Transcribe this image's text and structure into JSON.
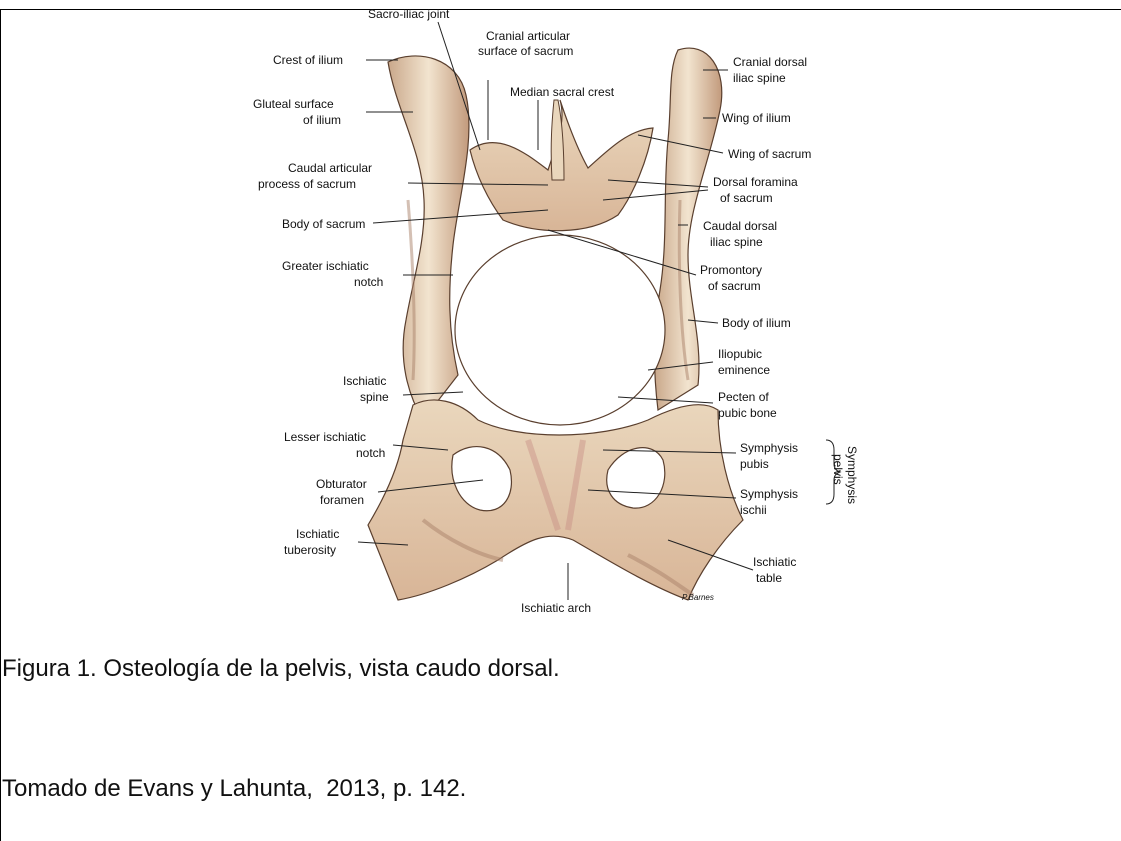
{
  "figure": {
    "labels": {
      "sacroiliac_joint": "Sacro-iliac joint",
      "cranial_articular_surface": [
        "Cranial articular",
        "surface of sacrum"
      ],
      "median_sacral_crest": "Median sacral crest",
      "crest_of_ilium": "Crest of ilium",
      "gluteal_surface": [
        "Gluteal surface",
        "of ilium"
      ],
      "caudal_articular_process": [
        "Caudal articular",
        "process of sacrum"
      ],
      "body_of_sacrum": "Body of sacrum",
      "greater_ischiatic_notch": [
        "Greater ischiatic",
        "notch"
      ],
      "ischiatic_spine": [
        "Ischiatic",
        "spine"
      ],
      "lesser_ischiatic_notch": [
        "Lesser ischiatic",
        "notch"
      ],
      "obturator_foramen": [
        "Obturator",
        "foramen"
      ],
      "ischiatic_tuberosity": [
        "Ischiatic",
        "tuberosity"
      ],
      "ischiatic_arch": "Ischiatic arch",
      "cranial_dorsal_iliac_spine": [
        "Cranial dorsal",
        "iliac spine"
      ],
      "wing_of_ilium": "Wing of ilium",
      "wing_of_sacrum": "Wing of sacrum",
      "dorsal_foramina": [
        "Dorsal foramina",
        "of sacrum"
      ],
      "caudal_dorsal_iliac_spine": [
        "Caudal dorsal",
        "iliac spine"
      ],
      "promontory": [
        "Promontory",
        "of sacrum"
      ],
      "body_of_ilium": "Body of ilium",
      "iliopubic_eminence": [
        "Iliopubic",
        "eminence"
      ],
      "pecten": [
        "Pecten of",
        "pubic bone"
      ],
      "symphysis_pubis": [
        "Symphysis",
        "pubis"
      ],
      "symphysis_ischii": [
        "Symphysis",
        "ischii"
      ],
      "symphysis_pelvis": [
        "Symphysis",
        "pelvis"
      ],
      "ischiatic_table": [
        "Ischiatic",
        "table"
      ],
      "signature": "P.Barnes"
    }
  },
  "caption": "Figura 1. Osteología de la pelvis, vista caudo dorsal.",
  "source": "Tomado de Evans y Lahunta,  2013, p. 142."
}
